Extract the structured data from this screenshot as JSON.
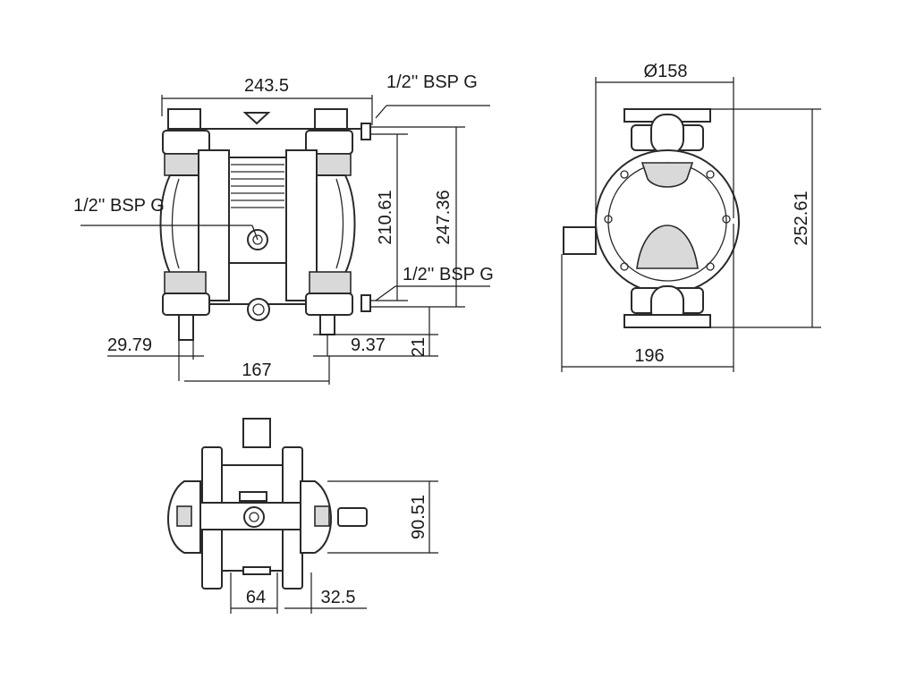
{
  "colors": {
    "line": "#2a2a2a",
    "shade": "#d9d9d9",
    "background": "#ffffff"
  },
  "front_view": {
    "width_top": "243.5",
    "port_top": "1/2'' BSP G",
    "port_center": "1/2'' BSP G",
    "port_bottom": "1/2'' BSP G",
    "height_inner": "210.61",
    "height_outer": "247.36",
    "foot_left": "29.79",
    "foot_span": "167",
    "foot_offset": "9.37",
    "foot_height": "21"
  },
  "side_view": {
    "diameter": "Ø158",
    "height": "252.61",
    "width": "196"
  },
  "top_view": {
    "height": "90.51",
    "width_center": "64",
    "width_side": "32.5"
  }
}
